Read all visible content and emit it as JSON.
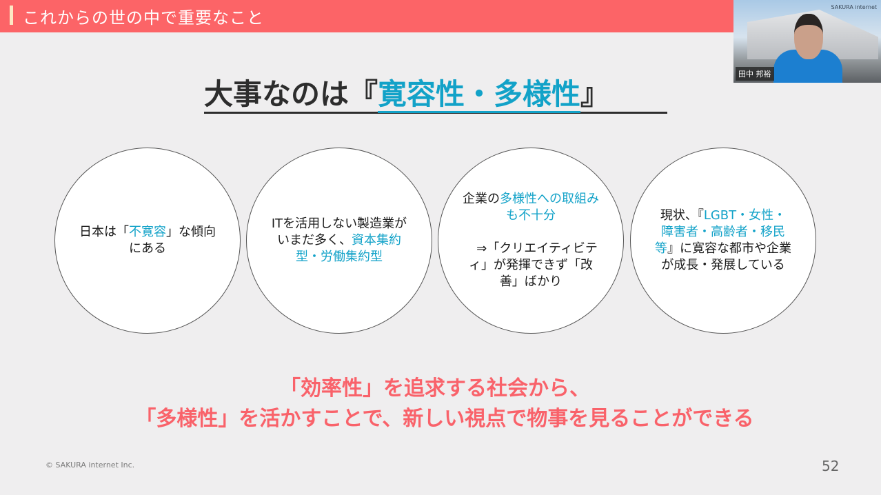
{
  "header": {
    "title": "これからの世の中で重要なこと"
  },
  "webcam": {
    "logo": "SAKURA internet",
    "name": "田中 邦裕"
  },
  "slide": {
    "title_prefix": "大事なのは『",
    "title_highlight": "寛容性・多様性",
    "title_suffix": "』",
    "circles": [
      {
        "parts": [
          {
            "t": "日本は「",
            "c": "black"
          },
          {
            "t": "不寛容",
            "c": "blue"
          },
          {
            "t": "」な傾向にある",
            "c": "black"
          }
        ]
      },
      {
        "parts": [
          {
            "t": "ITを活用しない製造業がいまだ多く、",
            "c": "black"
          },
          {
            "t": "資本集約型・労働集約型",
            "c": "blue"
          }
        ]
      },
      {
        "parts": [
          {
            "t": "企業の",
            "c": "black"
          },
          {
            "t": "多様性への取組みも不十分",
            "c": "blue"
          },
          {
            "t": "\n\n　⇒「クリエイティビティ」が発揮できず「改善」ばかり",
            "c": "black"
          }
        ]
      },
      {
        "parts": [
          {
            "t": "現状、『",
            "c": "black"
          },
          {
            "t": "LGBT・女性・障害者・高齢者・移民等",
            "c": "blue"
          },
          {
            "t": "』に寛容な都市や企業が成長・発展している",
            "c": "black"
          }
        ]
      }
    ],
    "conclusion": {
      "line1": "「効率性」を追求する社会から、",
      "line2": "「多様性」を活かすことで、新しい視点で物事を見ることができる"
    },
    "footer": "© SAKURA internet Inc.",
    "page_number": "52"
  },
  "colors": {
    "header": "#fc6467",
    "accent_blue": "#12a2c8",
    "conclusion_red": "#f9626a"
  }
}
